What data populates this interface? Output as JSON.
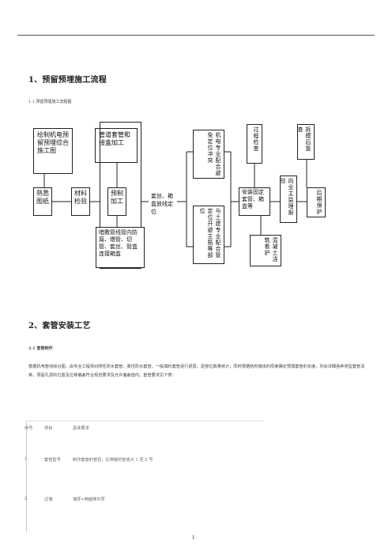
{
  "section1": {
    "title": "1、预留预埋施工流程",
    "subtitle": "1.1 预留预埋施工流程图"
  },
  "flow": {
    "b_draw": "绘制机电预留预埋综合施工图",
    "b_pipe_box": "管道套管和接盒加工",
    "b_familiar": "熟悉图纸",
    "b_material": "材料检验",
    "b_prefab": "预制加工",
    "b_conceal": "暗敷管线管内防腐、煨管、切管、套丝、管盒连接箱盒",
    "b_thread": "套丝、箱盒放线定位",
    "b_mech": "机电专业配合避免定位冲突",
    "b_civil": "与土建专业配合管定位开避主筋等部位",
    "b_install": "安装固定套管、箱盒等",
    "b_check": "过程检查",
    "b_report": "向业主监理报验",
    "b_pour": "混凝土浇筑看护",
    "b_remove": "拆模后复查",
    "b_protect": "后期保护"
  },
  "section2": {
    "title": "2、套管安装工艺",
    "sub": "2.1 套管制作"
  },
  "paragraph": "根据机电管线综合图，由专业工程师对刚性防水套管、柔性防水套管、一般填料套管进行逐层、逐部位数量统计，同时根据结构墙体的厚度确定预埋套管的长度，列出详细各种类型套管清单，预留孔洞的位置及位移偏差符合规范要求及允许偏差值内，套管要求见下表：",
  "table": {
    "header": {
      "no": "序号",
      "item": "项目",
      "req": "具体要求"
    },
    "rows": [
      {
        "no": "1",
        "item": "套管型号",
        "req": "制作套管的管径，比穿越的管道大 1 至 2 号"
      },
      {
        "no": "2",
        "item": "过墙",
        "req": "墙厚+两面抹灰厚"
      }
    ]
  },
  "page_number": "1"
}
